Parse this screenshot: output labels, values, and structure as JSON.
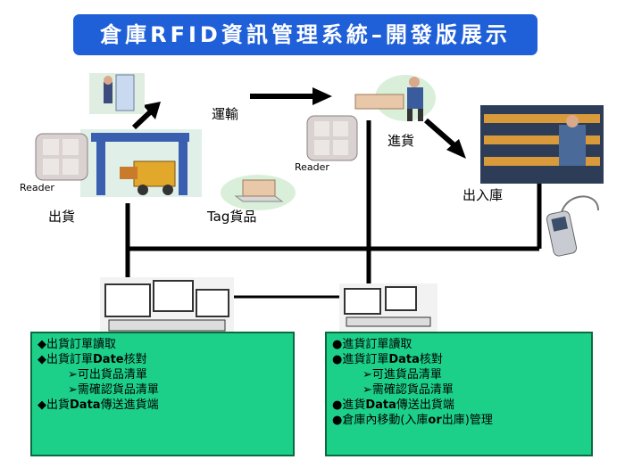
{
  "title": "倉庫RFID資訊管理系統–開發版展示",
  "labels": {
    "transport": "運輸",
    "receiving": "進貨",
    "warehouse_io": "出入庫",
    "shipping": "出貨",
    "tag_goods": "Tag貨品",
    "reader_left": "Reader",
    "reader_right": "Reader"
  },
  "left_note": {
    "lines": [
      {
        "bullet": "◆",
        "text": "出貨訂單讀取",
        "indent": false
      },
      {
        "bullet": "◆",
        "text": "出貨訂單Date核對",
        "indent": false
      },
      {
        "bullet": "➢",
        "text": "可出貨品清單",
        "indent": true
      },
      {
        "bullet": "➢",
        "text": "需確認貨品清單",
        "indent": true
      },
      {
        "bullet": "◆",
        "text": "出貨Data傳送進貨端",
        "indent": false
      }
    ]
  },
  "right_note": {
    "lines": [
      {
        "bullet": "●",
        "text": "進貨訂單讀取",
        "indent": false
      },
      {
        "bullet": "●",
        "text": "進貨訂單Data核對",
        "indent": false
      },
      {
        "bullet": "➢",
        "text": "可進貨品清單",
        "indent": true
      },
      {
        "bullet": "➢",
        "text": "需確認貨品清單",
        "indent": true
      },
      {
        "bullet": "●",
        "text": "進貨Data傳送出貨端",
        "indent": false
      },
      {
        "bullet": "●",
        "text": "倉庫內移動(入庫or出庫)管理",
        "indent": false
      }
    ]
  }
}
